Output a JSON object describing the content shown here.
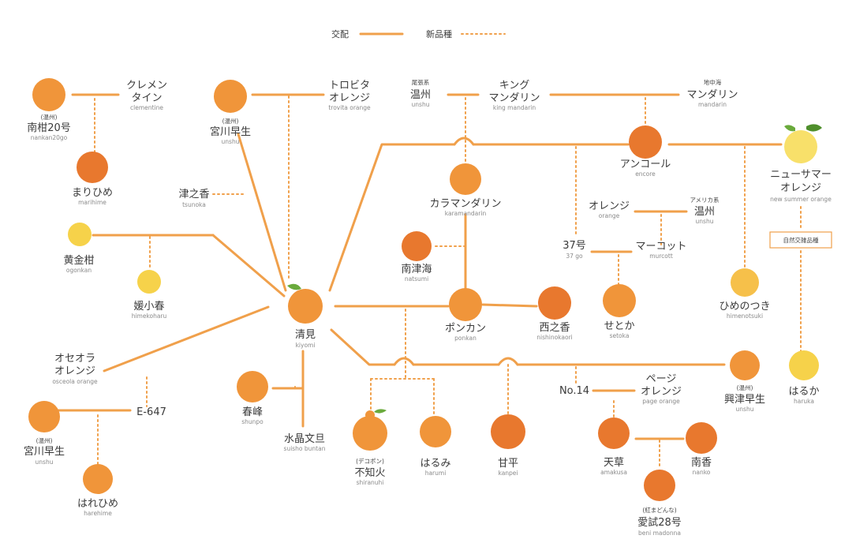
{
  "legend": {
    "cross_label": "交配",
    "new_variety_label": "新品種"
  },
  "note_box": "自然交雑品種",
  "colors": {
    "line": "#f0a04b",
    "fruit_orange": "#f0953a",
    "fruit_deep": "#e8782e",
    "fruit_yellow": "#f6d24a",
    "leaf": "#6aaa3c"
  },
  "labels": {
    "nanakan": {
      "prefix": "(温州)",
      "jp": "南柑20号",
      "en": "nankan20go"
    },
    "clementine": {
      "jp1": "クレメン",
      "jp2": "タイン",
      "en": "clementine"
    },
    "marihime": {
      "jp": "まりひめ",
      "en": "marihime"
    },
    "miyagawa1": {
      "prefix": "(温州)",
      "jp": "宮川早生",
      "en": "unshu"
    },
    "trovita": {
      "jp1": "トロビタ",
      "jp2": "オレンジ",
      "en": "trovita orange"
    },
    "tsunokaori": {
      "jp": "津之香",
      "en": "tsunoka"
    },
    "ogonkan": {
      "jp": "黄金柑",
      "en": "ogonkan"
    },
    "himekoharu": {
      "jp": "媛小春",
      "en": "himekoharu"
    },
    "unshu_top": {
      "prefix": "尾張系",
      "jp": "温州",
      "en": "unshu"
    },
    "king": {
      "jp1": "キング",
      "jp2": "マンダリン",
      "en": "king mandarin"
    },
    "mandarin": {
      "prefix": "地中海",
      "jp": "マンダリン",
      "en": "mandarin"
    },
    "ancor": {
      "jp": "アンコール",
      "en": "encore"
    },
    "newsummer": {
      "jp1": "ニューサマー",
      "jp2": "オレンジ",
      "en": "new summer orange"
    },
    "kara": {
      "jp": "カラマンダリン",
      "en": "karamandarin"
    },
    "orange": {
      "jp": "オレンジ",
      "en": "orange"
    },
    "unshu_us": {
      "prefix": "アメリカ系",
      "jp": "温州",
      "en": "unshu"
    },
    "go37": {
      "jp": "37号",
      "en": "37 go"
    },
    "murcott": {
      "jp": "マーコット",
      "en": "murcott"
    },
    "nanjumi": {
      "jp": "南津海",
      "en": "natsumi"
    },
    "kiyomi": {
      "jp": "清見",
      "en": "kiyomi"
    },
    "ponkan": {
      "jp": "ポンカン",
      "en": "ponkan"
    },
    "nishinokaori": {
      "jp": "西之香",
      "en": "nishinokaori"
    },
    "setoka": {
      "jp": "せとか",
      "en": "setoka"
    },
    "himenotsuki": {
      "jp": "ひめのつき",
      "en": "himenotsuki"
    },
    "osceola": {
      "jp1": "オセオラ",
      "jp2": "オレンジ",
      "en": "osceola orange"
    },
    "shunpo": {
      "jp": "春峰",
      "en": "shunpo"
    },
    "suisho": {
      "jp": "水晶文旦",
      "en": "suisho buntan"
    },
    "e647": {
      "jp": "E-647"
    },
    "miyagawa2": {
      "prefix": "(温州)",
      "jp": "宮川早生",
      "en": "unshu"
    },
    "harehime": {
      "jp": "はれひめ",
      "en": "harehime"
    },
    "shiranui": {
      "prefix": "(デコポン)",
      "jp": "不知火",
      "en": "shiranuhi"
    },
    "harumi": {
      "jp": "はるみ",
      "en": "harumi"
    },
    "kanpei": {
      "jp": "甘平",
      "en": "kanpei"
    },
    "no14": {
      "jp": "No.14"
    },
    "page": {
      "jp1": "ページ",
      "jp2": "オレンジ",
      "en": "page orange"
    },
    "okitsu": {
      "prefix": "(温州)",
      "jp": "興津早生",
      "en": "unshu"
    },
    "haruka": {
      "jp": "はるか",
      "en": "haruka"
    },
    "amakusa": {
      "jp": "天草",
      "en": "amakusa"
    },
    "nanko": {
      "jp": "南香",
      "en": "nanko"
    },
    "beni": {
      "prefix": "(紅まどんな)",
      "jp": "愛試28号",
      "en": "beni madonna"
    }
  }
}
